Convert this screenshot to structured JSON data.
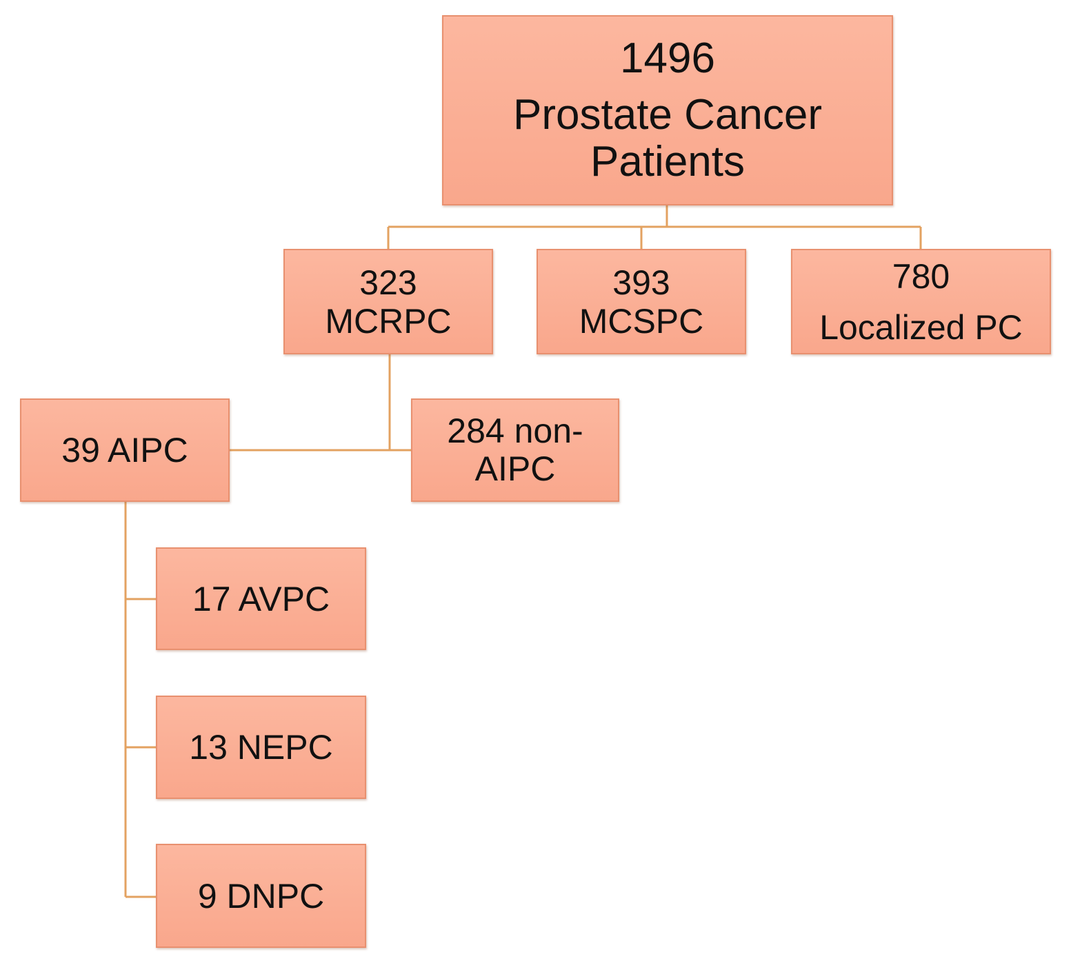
{
  "colors": {
    "box_fill": "#fcb79f",
    "box_border": "#e8906f",
    "connector": "#e3a261"
  },
  "nodes": {
    "root": {
      "count": "1496",
      "label_line1": "Prostate Cancer",
      "label_line2": "Patients"
    },
    "mcrpc": {
      "count": "323",
      "label": "MCRPC"
    },
    "mcspc": {
      "count": "393",
      "label": "MCSPC"
    },
    "localized": {
      "count": "780",
      "label": "Localized PC"
    },
    "aipc": {
      "label": "39 AIPC"
    },
    "non_aipc": {
      "label_line1": "284 non-",
      "label_line2": "AIPC"
    },
    "avpc": {
      "label": "17 AVPC"
    },
    "nepc": {
      "label": "13 NEPC"
    },
    "dnpc": {
      "label": "9 DNPC"
    }
  }
}
